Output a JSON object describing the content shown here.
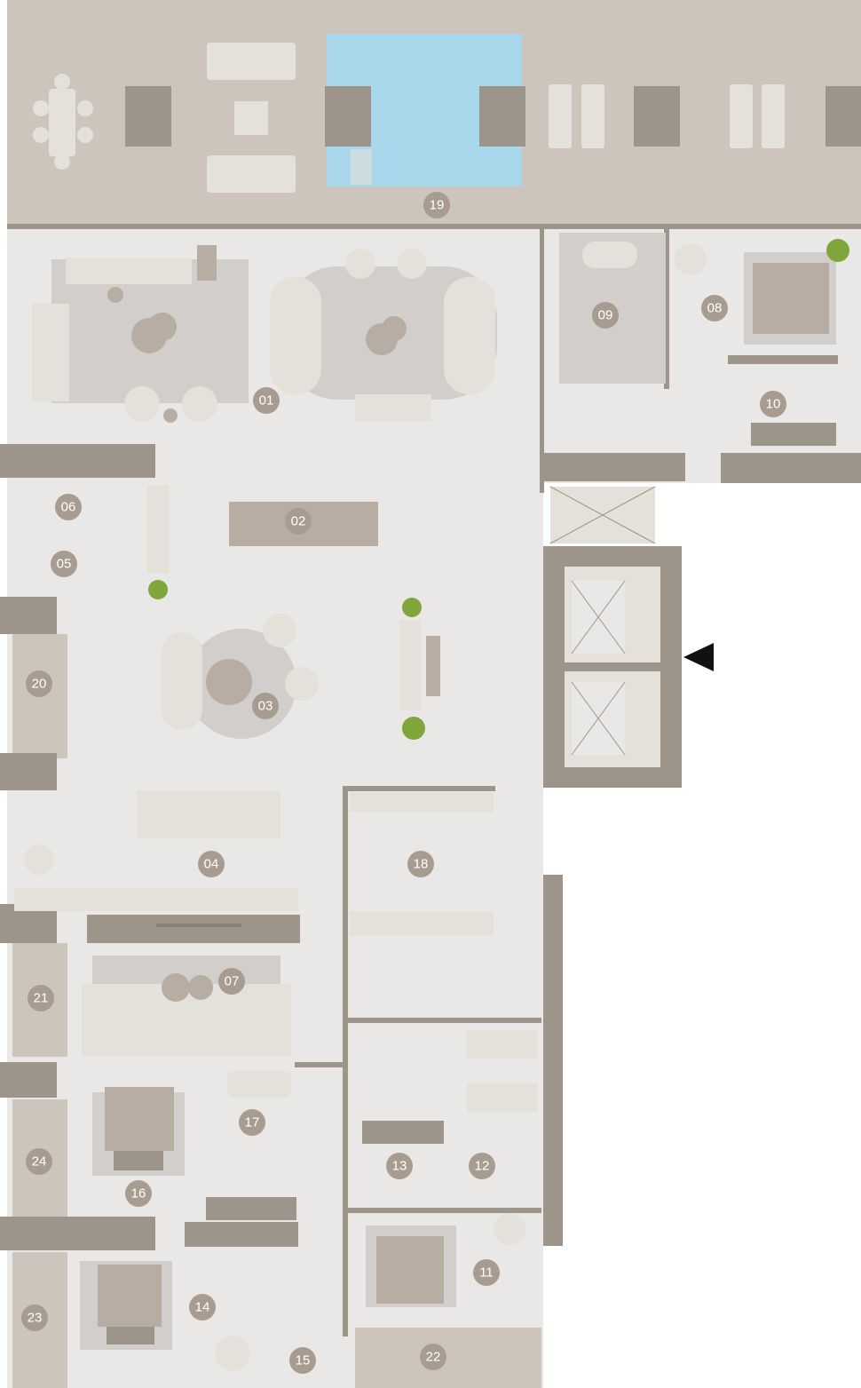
{
  "colors": {
    "floor": "#e9e8e6",
    "terrace": "#cdc4bb",
    "wall": "#9d948a",
    "wall_dark": "#8a8178",
    "pool": "#a9d7ec",
    "furniture": "#e4e0da",
    "furniture_dark": "#b7ada2",
    "rug": "#d1cecb",
    "badge": "#a89c90",
    "plant": "#7fa63a",
    "entrance_arrow": "#111111"
  },
  "icons": {
    "entrance": "entrance-arrow-icon",
    "plant": "plant-icon"
  },
  "rooms": [
    {
      "label": "01"
    },
    {
      "label": "02"
    },
    {
      "label": "03"
    },
    {
      "label": "04"
    },
    {
      "label": "05"
    },
    {
      "label": "06"
    },
    {
      "label": "07"
    },
    {
      "label": "08"
    },
    {
      "label": "09"
    },
    {
      "label": "10"
    },
    {
      "label": "11"
    },
    {
      "label": "12"
    },
    {
      "label": "13"
    },
    {
      "label": "14"
    },
    {
      "label": "15"
    },
    {
      "label": "16"
    },
    {
      "label": "17"
    },
    {
      "label": "18"
    },
    {
      "label": "19"
    },
    {
      "label": "20"
    },
    {
      "label": "21"
    },
    {
      "label": "22"
    },
    {
      "label": "23"
    },
    {
      "label": "24"
    }
  ]
}
